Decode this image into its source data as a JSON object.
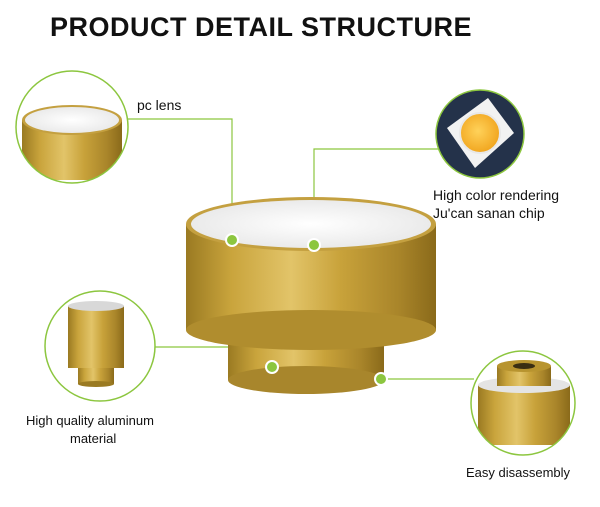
{
  "title": "PRODUCT DETAIL STRUCTURE",
  "callouts": {
    "lens": "pc lens",
    "chip_line1": "High color rendering",
    "chip_line2": "Ju'can sanan chip",
    "material_line1": "High quality aluminum",
    "material_line2": "material",
    "disassembly": "Easy disassembly"
  },
  "colors": {
    "gold": "#c9a137",
    "gold_dark": "#8a6a1a",
    "leader_green": "#8cc63f",
    "circle_green": "#8cc63f"
  }
}
